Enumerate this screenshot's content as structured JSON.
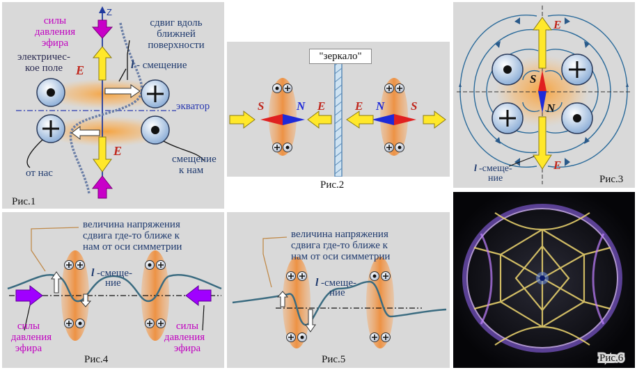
{
  "fig1": {
    "z_axis": "Z",
    "pressure_line1": "силы",
    "pressure_line2": "давления",
    "pressure_line3": "эфира",
    "efield_line1": "электричес-",
    "efield_line2": "кое поле",
    "E_top": "E",
    "E_bottom": "E",
    "shift_line1": "сдвиг вдоль",
    "shift_line2": "ближней",
    "shift_line3": "поверхности",
    "l_symbol": "l",
    "l_shift_text": "- смещение",
    "equator": "экватор",
    "away_label": "от нас",
    "toward_line1": "смещение",
    "toward_line2": "к нам",
    "caption": "Рис.1"
  },
  "fig2": {
    "mirror_label": "\"зеркало\"",
    "S_left": "S",
    "N_left": "N",
    "E_left": "E",
    "E_right": "E",
    "N_right": "N",
    "S_right": "S",
    "caption": "Рис.2"
  },
  "fig3": {
    "E_top": "E",
    "E_bottom": "E",
    "S": "S",
    "N": "N",
    "l_symbol": "l",
    "l_text1": "-смеще-",
    "l_text2": "ние",
    "caption": "Рис.3"
  },
  "fig4": {
    "stress_line1": "величина напряжения",
    "stress_line2": "сдвига где-то ближе к",
    "stress_line3": "нам от оси симметрии",
    "l_symbol": "l",
    "l_text1": "-смеще-",
    "l_text2": "ние",
    "left_line1": "силы",
    "left_line2": "давления",
    "left_line3": "эфира",
    "right_line1": "силы",
    "right_line2": "давления",
    "right_line3": "эфира",
    "caption": "Рис.4"
  },
  "fig5": {
    "stress_line1": "величина напряжения",
    "stress_line2": "сдвига где-то ближе к",
    "stress_line3": "нам от оси симметрии",
    "l_symbol": "l",
    "l_text1": "-смеще-",
    "l_text2": "ние",
    "caption": "Рис.5"
  },
  "fig6": {
    "caption": "Рис.6"
  },
  "colors": {
    "panel_bg": "#d9d9d9",
    "navy": "#1f3a6e",
    "magenta": "#c800c8",
    "yellow": "#ffe82a",
    "orange_glow": "#f4a64a",
    "red": "#c0281e",
    "blue_pole": "#1e2ad8",
    "wave": "#3a6b80",
    "leader": "#c08a4a"
  }
}
